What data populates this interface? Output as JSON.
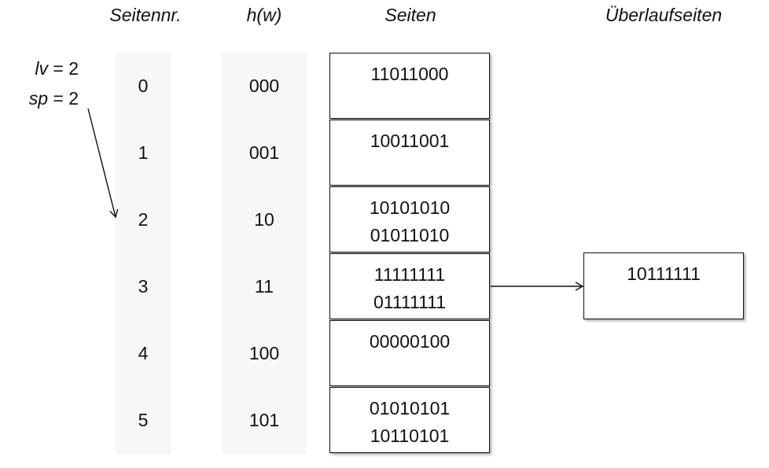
{
  "headers": {
    "page_number": "Seitennr.",
    "hash": "h(w)",
    "pages": "Seiten",
    "overflow_pages": "Überlaufseiten"
  },
  "annotation": {
    "lv_name": "lv",
    "lv_value": " = 2",
    "sp_name": "sp",
    "sp_value": " = 2"
  },
  "rows": [
    {
      "page_number": "0",
      "hash": "000",
      "records": [
        "11011000"
      ]
    },
    {
      "page_number": "1",
      "hash": "001",
      "records": [
        "10011001"
      ]
    },
    {
      "page_number": "2",
      "hash": "10",
      "records": [
        "10101010",
        "01011010"
      ]
    },
    {
      "page_number": "3",
      "hash": "11",
      "records": [
        "11111111",
        "01111111"
      ]
    },
    {
      "page_number": "4",
      "hash": "100",
      "records": [
        "00000100"
      ]
    },
    {
      "page_number": "5",
      "hash": "101",
      "records": [
        "01010101",
        "10110101"
      ]
    }
  ],
  "overflow": {
    "linked_row": 3,
    "records": [
      "10111111"
    ]
  }
}
